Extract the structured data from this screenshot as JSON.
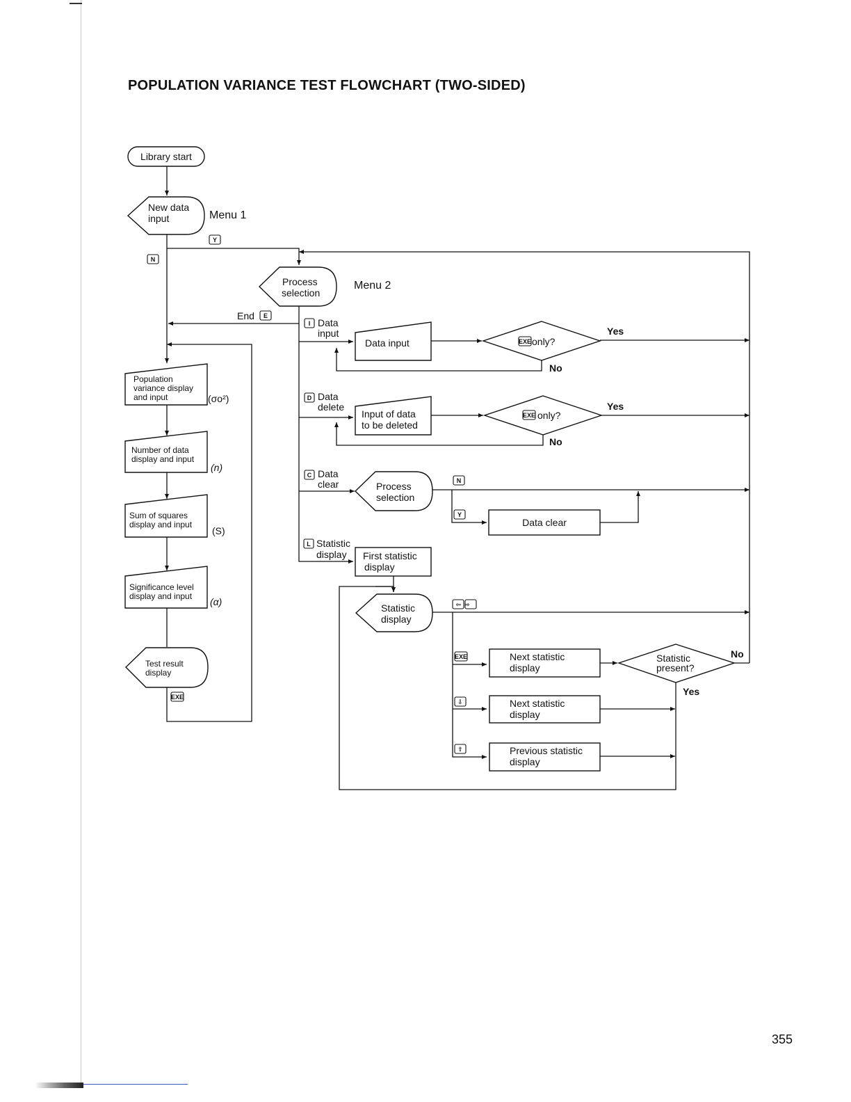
{
  "title": "POPULATION VARIANCE TEST FLOWCHART (TWO-SIDED)",
  "page_number": "355",
  "left_column": {
    "library_start": "Library start",
    "new_data_input": [
      "New data",
      "input"
    ],
    "menu1": "Menu 1",
    "population_variance": [
      "Population",
      "variance display",
      "and input"
    ],
    "population_variance_symbol": "(σo²)",
    "number_of_data": [
      "Number of data",
      "display and input"
    ],
    "number_of_data_symbol": "(n)",
    "sum_of_squares": [
      "Sum of squares",
      "display and input"
    ],
    "sum_of_squares_symbol": "(S)",
    "significance_level": [
      "Significance level",
      "display and input"
    ],
    "significance_level_symbol": "(α)",
    "test_result": [
      "Test result",
      "display"
    ]
  },
  "menu2": {
    "process_selection": [
      "Process",
      "selection"
    ],
    "label": "Menu 2",
    "end_label": "End"
  },
  "branches": {
    "data_input_label": [
      "Data",
      "input"
    ],
    "data_input_box": "Data input",
    "exe_only_1": "only?",
    "data_delete_label": [
      "Data",
      "delete"
    ],
    "input_deleted_box": [
      "Input of data",
      "to be deleted"
    ],
    "exe_only_2": "only?",
    "data_clear_label": [
      "Data",
      "clear"
    ],
    "process_selection_2": [
      "Process",
      "selection"
    ],
    "data_clear_box": "Data clear",
    "statistic_label": [
      "Statistic",
      "display"
    ],
    "first_statistic_box": [
      "First statistic",
      "display"
    ],
    "statistic_display": [
      "Statistic",
      "display"
    ],
    "next_statistic_box_1": [
      "Next statistic",
      "display"
    ],
    "statistic_present": [
      "Statistic",
      "present?"
    ],
    "next_statistic_box_2": [
      "Next statistic",
      "display"
    ],
    "previous_statistic_box": [
      "Previous statistic",
      "display"
    ]
  },
  "decisions": {
    "yes": "Yes",
    "no": "No"
  },
  "keys": {
    "y": "Y",
    "n": "N",
    "e": "E",
    "i": "I",
    "d": "D",
    "c": "C",
    "l": "L",
    "exe": "EXE",
    "left_right": "⇦⇨",
    "down": "⇩",
    "up": "⇧"
  }
}
